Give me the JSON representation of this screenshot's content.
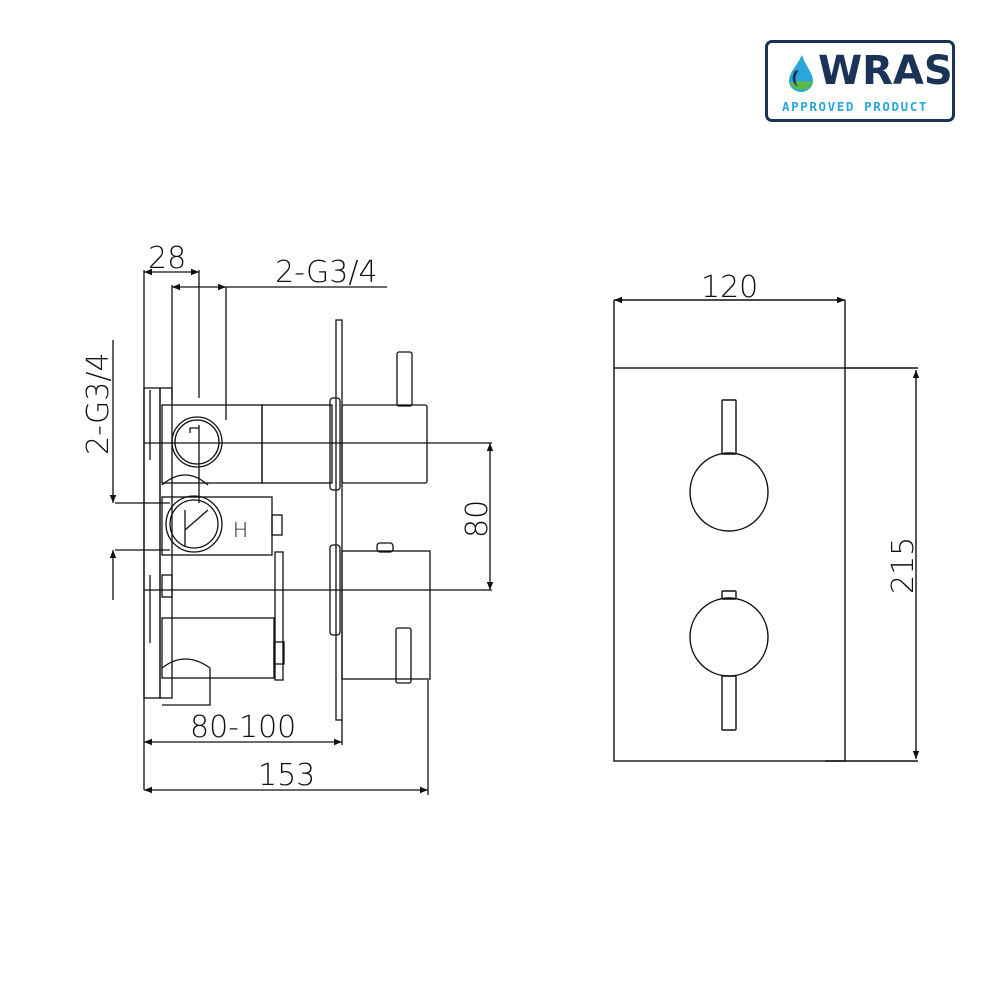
{
  "badge": {
    "title": "WRAS",
    "subtitle": "APPROVED PRODUCT",
    "colors": {
      "navy": "#1a3357",
      "blue": "#2aa6dc",
      "green": "#5ab947"
    }
  },
  "side_view": {
    "dimensions": {
      "top_offset": "28",
      "outlet_thread": "2-G3/4",
      "inlet_thread": "2-G3/4",
      "spindle_spacing": "80",
      "wall_depth": "80-100",
      "overall_depth": "153"
    },
    "labels": {
      "hot_marker": "H"
    }
  },
  "front_view": {
    "dimensions": {
      "width": "120",
      "height": "215"
    }
  },
  "colors": {
    "line": "#111111",
    "background": "#ffffff"
  }
}
